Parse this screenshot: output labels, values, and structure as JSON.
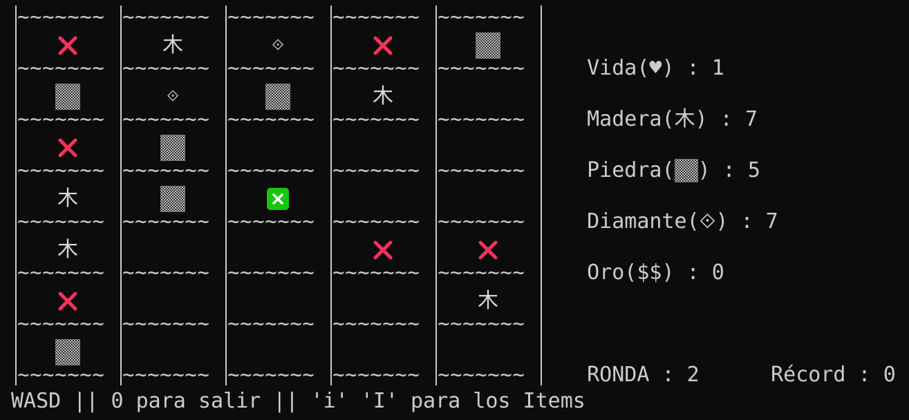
{
  "board": {
    "separator": "~~~~~~~",
    "rows": [
      [
        "trap",
        "wood",
        "diamond",
        "trap",
        "stone"
      ],
      [
        "stone",
        "diamond",
        "stone",
        "wood",
        "empty"
      ],
      [
        "trap",
        "stone",
        "empty",
        "empty",
        "empty"
      ],
      [
        "wood",
        "stone",
        "player",
        "empty",
        "empty"
      ],
      [
        "wood",
        "empty",
        "empty",
        "trap",
        "trap"
      ],
      [
        "trap",
        "empty",
        "empty",
        "empty",
        "wood"
      ],
      [
        "stone",
        "empty",
        "empty",
        "empty",
        "empty"
      ]
    ],
    "symbols": {
      "wood": "木",
      "diamond": "⟐",
      "trap": "cross-icon",
      "stone": "stone-block-icon",
      "player": "player-cross-icon"
    },
    "colors": {
      "trap": "#f7335b",
      "player": "#16c60c",
      "text": "#cccccc",
      "background": "#0c0c0c"
    }
  },
  "stats": {
    "life": {
      "label": "Vida(♥) : ",
      "value": "1"
    },
    "wood": {
      "label": "Madera(木) : ",
      "value": "7"
    },
    "stone": {
      "label_pre": "Piedra(",
      "label_post": ") : ",
      "value": "5"
    },
    "diamond": {
      "label": "Diamante(⟐) : ",
      "value": "7"
    },
    "gold": {
      "label": "Oro($$) : ",
      "value": "0"
    }
  },
  "round": {
    "label": "RONDA : ",
    "value": "2"
  },
  "record": {
    "label": "Récord : ",
    "value": "0"
  },
  "footer": "WASD || 0 para salir || 'i' 'I' para los Items"
}
